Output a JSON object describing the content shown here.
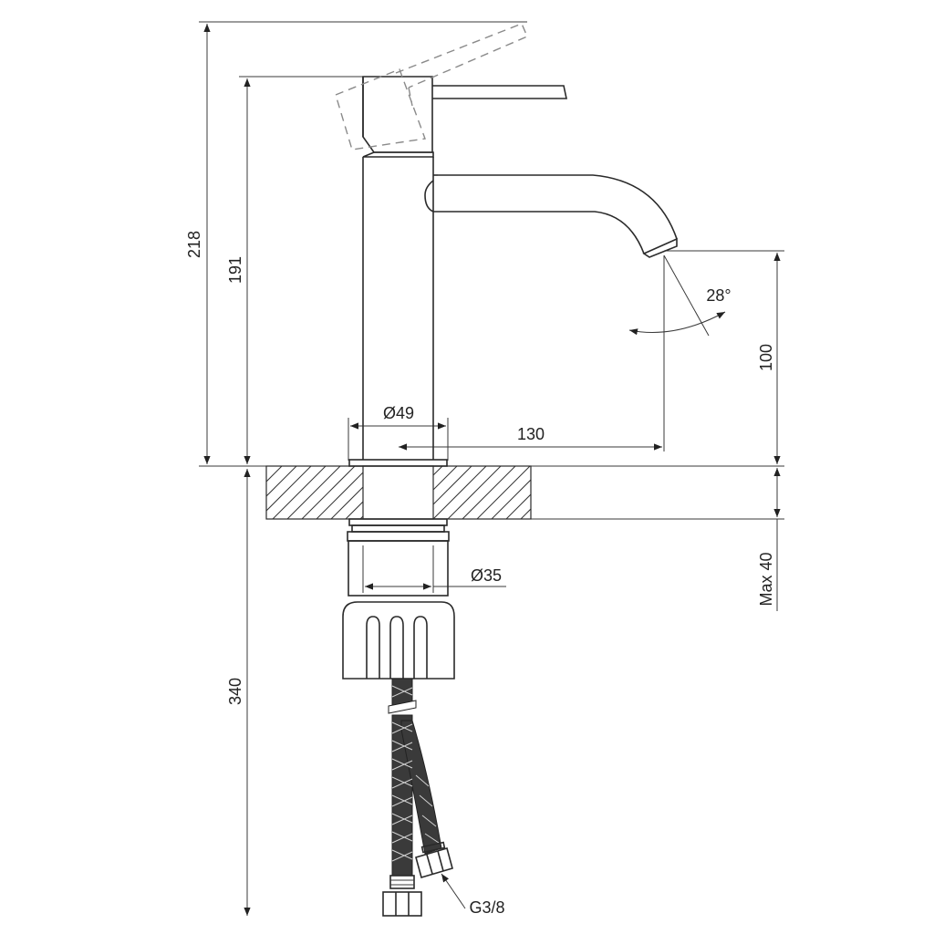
{
  "dimensions": {
    "total_height": "218",
    "height_to_lever": "191",
    "spout_clearance": "100",
    "body_diameter": "Ø49",
    "spout_reach": "130",
    "spout_angle": "28°",
    "shank_diameter": "Ø35",
    "max_countertop": "Max 40",
    "hose_length": "340",
    "hose_thread": "G3/8"
  }
}
